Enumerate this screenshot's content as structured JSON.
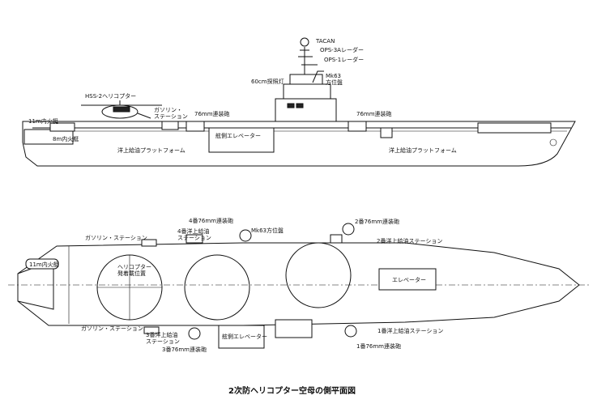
{
  "side_view": {
    "labels": {
      "tacan": "TACAN",
      "ops3a": "OPS-3Aレーダー",
      "ops1": "OPS-1レーダー",
      "mk63": "Mk63\n方位盤",
      "searchlight": "60cm探照灯",
      "helicopter": "HSS-2ヘリコプター",
      "gasoline": "ガソリン・\nステーション",
      "gun_fwd": "76mm連装砲",
      "gun_aft": "76mm連装砲",
      "boat11": "11m内火艇",
      "boat8": "8m内火艇",
      "elevator": "舷側エレベーター",
      "replen_left": "洋上給油プラットフォーム",
      "replen_right": "洋上給油プラットフォーム"
    }
  },
  "plan_view": {
    "labels": {
      "gun4": "4番76mm連装砲",
      "station4": "4番洋上給油\nステーション",
      "mk63": "Mk63方位盤",
      "gun2": "2番76mm連装砲",
      "station2": "2番洋上給油ステーション",
      "gasoline_top": "ガソリン・ステーション",
      "boat11": "11m内火艇",
      "heli_spot": "ヘリコプター\n発着載位置",
      "elevator_center": "エレベーター",
      "gasoline_bottom": "ガソリン・ステーション",
      "station3": "3番洋上給油\nステーション",
      "side_elevator": "舷側エレベーター",
      "station1": "1番洋上給油ステーション",
      "gun3": "3番76mm連装砲",
      "gun1": "1番76mm連装砲"
    }
  },
  "caption": "2次防ヘリコプター空母の側平面図"
}
